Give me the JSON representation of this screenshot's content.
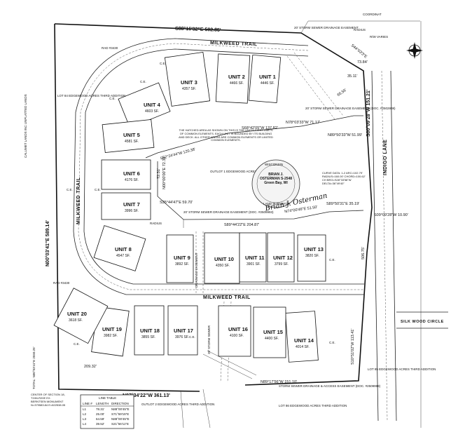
{
  "units": [
    {
      "name": "UNIT 1",
      "area": "4446 SF."
    },
    {
      "name": "UNIT 2",
      "area": "4466 SF."
    },
    {
      "name": "UNIT 3",
      "area": "4357 SF."
    },
    {
      "name": "UNIT 4",
      "area": "4603 SF."
    },
    {
      "name": "UNIT 5",
      "area": "4581 SF."
    },
    {
      "name": "UNIT 6",
      "area": "4176 SF."
    },
    {
      "name": "UNIT 7",
      "area": "3996 SF."
    },
    {
      "name": "UNIT 8",
      "area": "4547 SF."
    },
    {
      "name": "UNIT 9",
      "area": "3892 SF."
    },
    {
      "name": "UNIT 10",
      "area": "4350 SF."
    },
    {
      "name": "UNIT 11",
      "area": "3901 SF."
    },
    {
      "name": "UNIT 12",
      "area": "3799 SF."
    },
    {
      "name": "UNIT 13",
      "area": "3820 SF."
    },
    {
      "name": "UNIT 14",
      "area": "4014 SF."
    },
    {
      "name": "UNIT 15",
      "area": "4400 SF."
    },
    {
      "name": "UNIT 16",
      "area": "4100 SF."
    },
    {
      "name": "UNIT 17",
      "area": "3976 SF."
    },
    {
      "name": "UNIT 18",
      "area": "3855 SF."
    },
    {
      "name": "UNIT 19",
      "area": "3982 SF."
    },
    {
      "name": "UNIT 20",
      "area": "3618 SF."
    }
  ],
  "streets": {
    "milkweed_top": "MILKWEED TRAIL",
    "milkweed_left": "MILKWEED TRAIL",
    "milkweed_bottom": "MILKWEED TRAIL",
    "indigo_lane": "INDIGO LANE",
    "silk_wood_circle": "SILK WOOD CIRCLE"
  },
  "bearings": {
    "north_line": "S88°16'32\"E 502.85'",
    "south_line": "N87°34'22\"W 361.13'",
    "south_east_line": "N89°17'56\"W 151.10'",
    "west_line": "N00°03'41\"E 589.14'",
    "east_line_upper": "S00°09'28\"W 151.21'",
    "east_line_lower": "S10°51'02\"W 113.41'",
    "inner_1": "S68°42'05\"W 137.82'",
    "inner_2": "N78°03'33\"W 71.17'",
    "inner_3": "N89°50'33\"W 51.99'",
    "inner_4": "S62°24'44\"W 120.38'",
    "inner_5": "S35°44'47\"E 59.70'",
    "inner_6": "S89°44'22\"E 204.87'",
    "inner_7": "N74°00'46\"E 51.50'",
    "inner_8": "S89°50'31\"E 35.19'",
    "inner_9": "S09°09'28\"W 10.90'",
    "north_east": "S44°03'3\"E",
    "inner_10": "N00°00'00\"E 72.31'"
  },
  "labels": {
    "storm_easement_top": "20' STORM SEWER DRAINAGE EASEMENT",
    "storm_easement_mid": "20' STORM SEWER DRAINAGE EASEMENT (DOC. #2502808)",
    "storm_easement_center": "20' STORM SEWER DRAINAGE EASEMENT (DOC. #2509993)",
    "storm_easement_bottom": "STORM SEWER DRAINAGE & ACCESS EASEMENT (DOC. #2509998)",
    "drainage_easement": "DRAINAGE EASEMENT",
    "storm_sewer": "20' STORM SEWER",
    "outlot_1": "OUTLOT 1 EDGEWOOD ACRES THIRD ADDITION",
    "outlot_2": "OUTLOT 2 EDGEWOOD ACRES THIRD ADDITION",
    "lot_84": "LOT 84 EDGEWOOD ACRES THIRD ADDITION",
    "lot_85": "LOT 85 EDGEWOOD ACRES THIRD ADDITION",
    "lot_86": "LOT 86 EDGEWOOD ACRES THIRD ADDITION",
    "cal_lands": "CALUMET LANDS INC UNPLATTED LANDS",
    "rw_varies": "R/W VARIES",
    "radius_top": "RADIUS",
    "radius_mid": "RADIUS",
    "rad_top": "RAD #3430",
    "rad_bottom": "RAD #3430",
    "coordinat": "COORDINAT",
    "note": "THE HATCHED AREA AS SHOWN ON THIS IS THE UNIT'S FIRST LIMITS OF COMMON ELEMENTS. EACH UNIT IS BOUNDED BY ITS BUILDING AND DECK. ALL OTHER AREAS ARE COMMON ELEMENTS OR LIMITED COMMON ELEMENTS.",
    "curve_data": "CURVE DATA: 1-2 ARC=102.79' RADIUS=160.00' CHORD=100.62' CH BRG=S28°33'58\"W DELTA=36°49'40\"",
    "stamp_name": "BRIAN J. OSTERMAN S-2548 Green Bay, WI",
    "stamp_header": "WISCONSIN",
    "stamp_footer": "LAND SURVEYOR",
    "signature": "Brian J. Osterman",
    "center_section": "CENTER OF SECTION 18, T24N-R20E EX. BERNTSEN MONUMENT N=379583.84 E=822538.05",
    "total_line": "TOTAL: N00°03'41\"E 2550.25'",
    "dim_1": "65.56'",
    "dim_2": "35.11'",
    "dim_3": "73.84'",
    "dim_4": "72.31'",
    "dim_5": "209.32'",
    "dim_6": "506.75'",
    "ce": "C.E."
  },
  "line_table": {
    "title": "LINE TABLE",
    "headers": [
      "LINE #",
      "LENGTH",
      "DIRECTION"
    ],
    "rows": [
      [
        "L1",
        "78.31'",
        "N88°00'45\"E"
      ],
      [
        "L2",
        "25.00'",
        "S71°59'15\"E"
      ],
      [
        "L3",
        "64.59'",
        "N88°00'45\"E"
      ],
      [
        "L4",
        "39.52'",
        "S21°56'11\"E"
      ]
    ]
  }
}
